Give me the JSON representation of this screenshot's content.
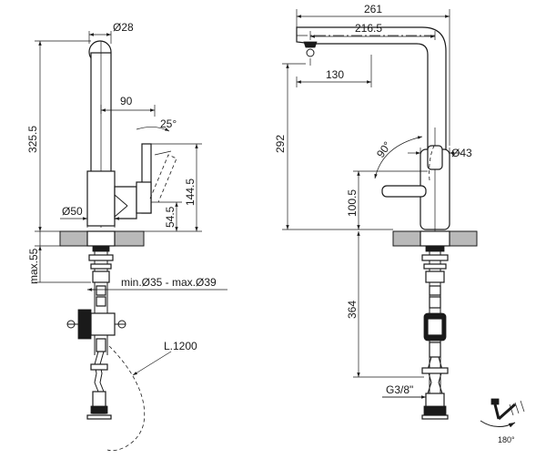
{
  "side_view": {
    "spout_diameter": "Ø28",
    "height_total": "325.5",
    "spout_reach": "90",
    "lever_angle": "25°",
    "body_diameter": "Ø50",
    "lever_height": "144.5",
    "base_height": "54.5",
    "max_thickness": "max.55",
    "hole_diameter": "min.Ø35 - max.Ø39",
    "hose_length": "L.1200"
  },
  "front_view": {
    "width_total": "261",
    "spout_length": "216.5",
    "pullout_offset": "130",
    "height": "292",
    "lever_angle": "90°",
    "body_diameter": "Ø43",
    "lever_height": "100.5",
    "hose_length": "364",
    "connection": "G3/8\""
  },
  "rotation_icon": {
    "label": "180°"
  }
}
